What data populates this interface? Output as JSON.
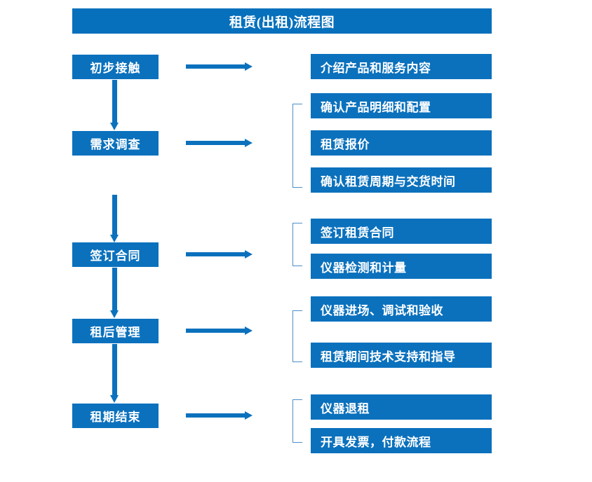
{
  "title": "租赁(出租)流程图",
  "colors": {
    "title_bar": "#0670BC",
    "box": "#0B71BD",
    "arrow": "#0B71BD",
    "bracket": "#4D8FC9",
    "text": "#FFFFFF",
    "background": "#FFFFFF"
  },
  "stages": [
    {
      "label": "初步接触"
    },
    {
      "label": "需求调查"
    },
    {
      "label": "签订合同"
    },
    {
      "label": "租后管理"
    },
    {
      "label": "租期结束"
    }
  ],
  "details": [
    {
      "items": [
        "介绍产品和服务内容"
      ]
    },
    {
      "items": [
        "确认产品明细和配置",
        "租赁报价",
        "确认租赁周期与交货时间"
      ]
    },
    {
      "items": [
        "签订租赁合同",
        "仪器检测和计量"
      ]
    },
    {
      "items": [
        "仪器进场、调试和验收",
        "租赁期间技术支持和指导"
      ]
    },
    {
      "items": [
        "仪器退租",
        "开具发票，付款流程"
      ]
    }
  ]
}
